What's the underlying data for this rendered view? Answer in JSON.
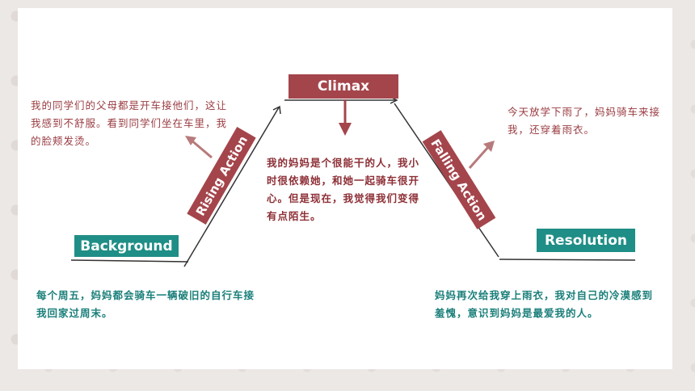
{
  "nodes": {
    "background": "Background",
    "rising": "Rising Action",
    "climax": "Climax",
    "falling": "Falling Action",
    "resolution": "Resolution"
  },
  "texts": {
    "background": "每个周五，妈妈都会骑车一辆破旧的自行车接我回家过周末。",
    "rising": "我的同学们的父母都是开车接他们，这让我感到不舒服。看到同学们坐在车里，我的脸颊发烫。",
    "climax": "我的妈妈是个很能干的人，我小时很依赖她，和她一起骑车很开心。但是现在，我觉得我们变得有点陌生。",
    "falling": "今天放学下雨了，妈妈骑车来接我，还穿着雨衣。",
    "resolution": "妈妈再次给我穿上雨衣，我对自己的冷漠感到羞愧，意识到妈妈是最爱我的人。"
  },
  "colors": {
    "green": "#1f8e86",
    "red": "#a4454b",
    "line": "#333333"
  }
}
